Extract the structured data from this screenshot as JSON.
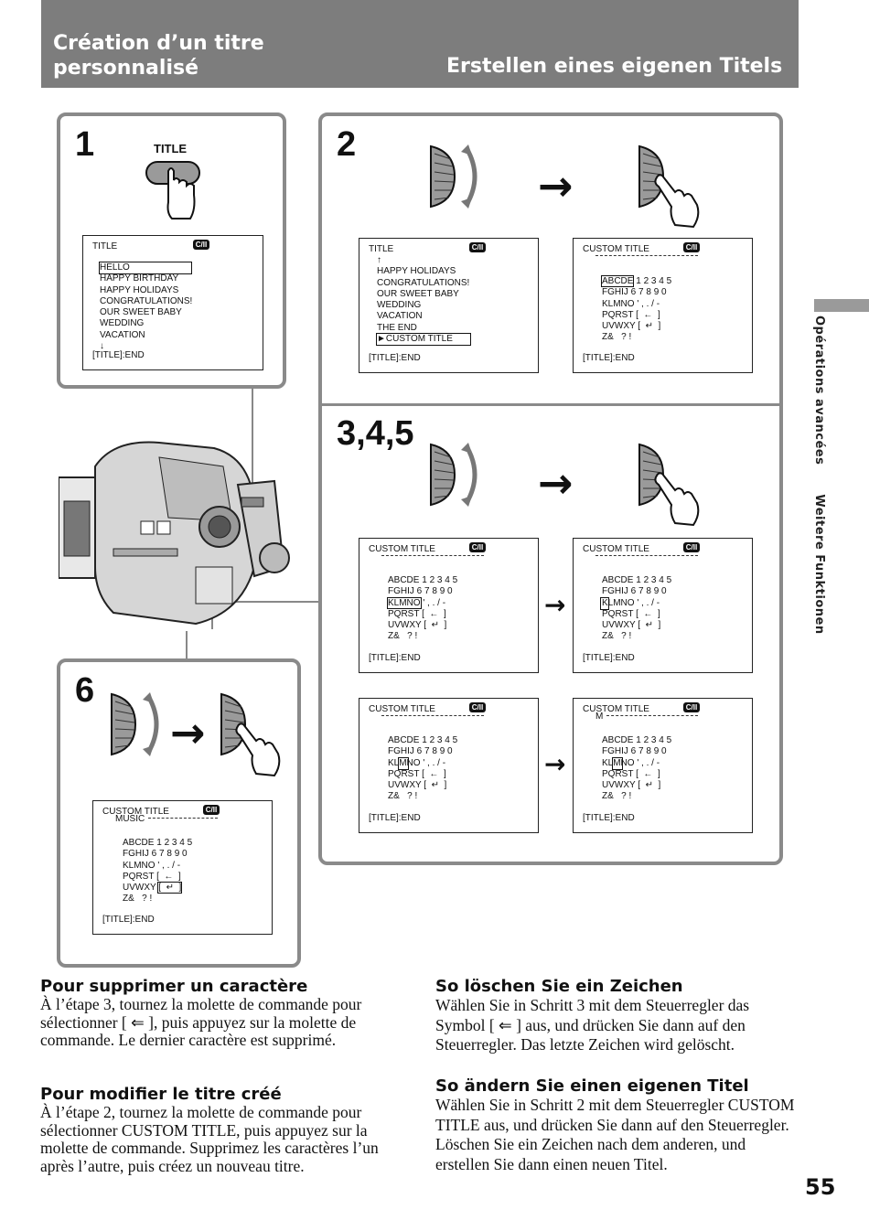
{
  "header": {
    "title_fr": "Création d’un titre personnalisé",
    "title_de": "Erstellen eines eigenen Titels"
  },
  "side_tab": {
    "text_fr": "Opérations avancées",
    "text_de": "Weitere Funktionen"
  },
  "steps": {
    "step1": "1",
    "step2": "2",
    "step345": "3,4,5",
    "step6": "6",
    "title_button_label": "TITLE"
  },
  "arrow_symbol": "→",
  "cam_icon_text": "C/II",
  "screens": {
    "s1": {
      "header": "TITLE",
      "items": [
        "HELLO",
        "HAPPY BIRTHDAY",
        "HAPPY HOLIDAYS",
        "CONGRATULATIONS!",
        "OUR SWEET BABY",
        "WEDDING",
        "VACATION"
      ],
      "up_arrow": "↑",
      "down_arrow": "↓",
      "footer": "[TITLE]:END"
    },
    "s2a": {
      "header": "TITLE",
      "items": [
        "HAPPY HOLIDAYS",
        "CONGRATULATIONS!",
        "OUR SWEET BABY",
        "WEDDING",
        "VACATION",
        "THE END",
        "►CUSTOM TITLE"
      ],
      "up_arrow": "↑",
      "footer": "[TITLE]:END"
    },
    "custom_title_header": "CUSTOM TITLE",
    "footer": "[TITLE]:END",
    "char_rows": [
      [
        "ABCDE",
        "1 2 3 4 5"
      ],
      [
        "FGHIJ",
        "6 7 8 9 0"
      ],
      [
        "KLMNO",
        "' , . / -"
      ],
      [
        "PQRST",
        "[  ←  ]"
      ],
      [
        "UVWXY",
        "[  ↵  ]"
      ],
      [
        "Z&",
        "? !"
      ]
    ],
    "typed_m": "M",
    "typed_music": "MUSIC"
  },
  "sections": {
    "fr_delete": {
      "heading": "Pour supprimer un caractère",
      "body": "À l’étape 3, tournez la molette de commande pour sélectionner [ ⇐ ], puis appuyez sur la molette de commande. Le dernier caractère est supprimé."
    },
    "fr_modify": {
      "heading": "Pour modifier le titre créé",
      "body": "À l’étape 2, tournez la molette de commande pour sélectionner CUSTOM TITLE, puis appuyez sur la molette de commande. Supprimez les caractères l’un après l’autre, puis créez un nouveau titre."
    },
    "de_delete": {
      "heading": "So löschen Sie ein Zeichen",
      "body": "Wählen Sie in Schritt 3 mit dem Steuerregler das Symbol [ ⇐ ] aus, und drücken Sie dann auf den Steuerregler. Das letzte Zeichen wird gelöscht."
    },
    "de_modify": {
      "heading": "So ändern Sie einen eigenen Titel",
      "body": "Wählen Sie in Schritt 2 mit dem Steuerregler CUSTOM TITLE aus, und drücken Sie dann auf den Steuerregler. Löschen Sie ein Zeichen nach dem anderen, und erstellen Sie dann einen neuen Titel."
    }
  },
  "page_number": "55"
}
